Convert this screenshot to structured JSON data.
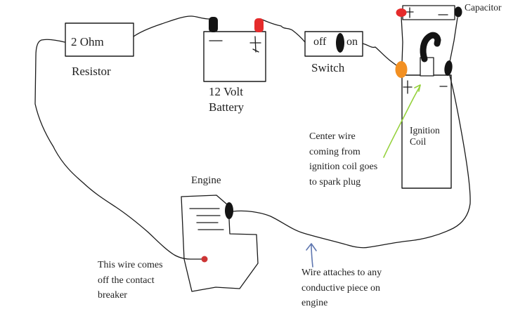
{
  "components": {
    "resistor": {
      "value": "2 Ohm",
      "label": "Resistor"
    },
    "battery": {
      "label_line1": "12 Volt",
      "label_line2": "Battery",
      "negative_symbol": "minus-symbol",
      "positive_symbol": "plus-symbol"
    },
    "switch": {
      "off_label": "off",
      "on_label": "on",
      "label": "Switch"
    },
    "capacitor": {
      "label": "Capacitor",
      "positive_symbol": "plus-symbol",
      "negative_symbol": "minus-symbol"
    },
    "ignition_coil": {
      "label_line1": "Ignition",
      "label_line2": "Coil",
      "positive_symbol": "plus-symbol",
      "negative_symbol": "minus-symbol"
    },
    "engine": {
      "label": "Engine"
    }
  },
  "annotations": {
    "center_wire": {
      "line1": "Center wire",
      "line2": "coming from",
      "line3": "ignition coil goes",
      "line4": "to spark plug"
    },
    "contact_breaker": {
      "line1": "This wire comes",
      "line2": "off the contact",
      "line3": "breaker"
    },
    "engine_ground": {
      "line1": "Wire attaches to any",
      "line2": "conductive piece on",
      "line3": "engine"
    }
  },
  "colors": {
    "wire": "#1a1a1a",
    "terminal_red": "#e52b2b",
    "terminal_black": "#141414",
    "terminal_orange": "#f29022",
    "contact_breaker_dot": "#cd3535",
    "green_arrow": "#95d13c",
    "blue_arrow": "#5f77b0",
    "background": "#ffffff"
  }
}
